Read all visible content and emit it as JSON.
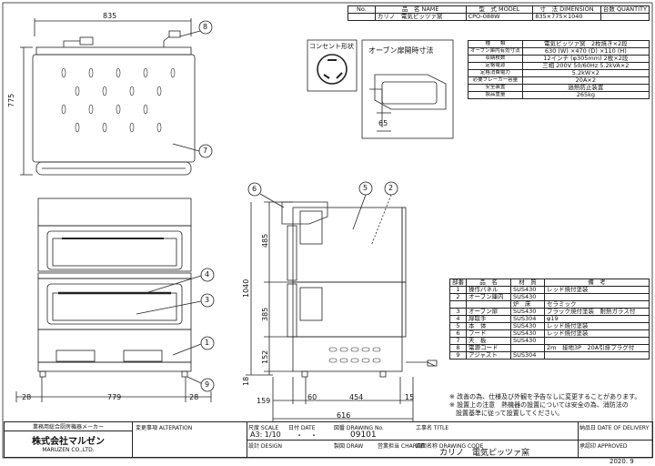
{
  "title_block": {
    "h_no": "No.",
    "h_name": "品　名 NAME",
    "h_model": "型　式 MODEL",
    "h_dim": "寸　法 DIMENSION",
    "h_qty": "台数 QUANTITY",
    "name": "カリノ　電気ピッツァ窯",
    "model": "CPO-088W",
    "dimension": "835×775×1040"
  },
  "labels": {
    "concent": "コンセント形状",
    "oven_door": "オーブン扉開時寸法",
    "dim_65": "65"
  },
  "callouts": [
    "8",
    "7",
    "6",
    "5",
    "2",
    "4",
    "3",
    "1",
    "9"
  ],
  "dims": {
    "top_width": "835",
    "left_depth": "775",
    "front_28a": "28",
    "front_779": "779",
    "front_28b": "28",
    "side_485": "485",
    "side_1040": "1040",
    "side_385": "385",
    "side_152": "152",
    "side_18": "18",
    "b_159": "159",
    "b_60": "60",
    "b_454": "454",
    "b_15": "15",
    "b_616": "616"
  },
  "spec": [
    {
      "k": "種　　類",
      "v": "電気ピッツァ窯　2枚焼き×2段"
    },
    {
      "k": "オーブン庫内有効寸法",
      "v": "630 (W) ×470 (D) ×110 (H)"
    },
    {
      "k": "収納枚数",
      "v": "12インチ (φ305mm) 2枚×2段"
    },
    {
      "k": "定格電源",
      "v": "三相 200V 50/60Hz 5.2kVA×2"
    },
    {
      "k": "定格消費電力",
      "v": "5.2kW×2"
    },
    {
      "k": "必要ブレーカー容量",
      "v": "20A×2"
    },
    {
      "k": "安全装置",
      "v": "過熱防止装置"
    },
    {
      "k": "製品重量",
      "v": "265kg"
    }
  ],
  "parts_header": {
    "no": "部番",
    "name": "品　名",
    "mat": "材　質",
    "note": "備　考"
  },
  "parts": [
    {
      "no": "1",
      "name": "操作パネル",
      "mat": "SUS430",
      "note": "レッド焼付塗装"
    },
    {
      "no": "2",
      "name": "オーブン庫内",
      "mat": "SUS430",
      "note": ""
    },
    {
      "no": "",
      "name": "",
      "mat": "炉　床",
      "note": "セラミック"
    },
    {
      "no": "3",
      "name": "オーブン扉",
      "mat": "SUS430",
      "note": "ブラック焼付塗装　耐熱ガラス付"
    },
    {
      "no": "4",
      "name": "扉取手",
      "mat": "SUS304",
      "note": "φ19"
    },
    {
      "no": "5",
      "name": "本　体",
      "mat": "SUS430",
      "note": "レッド焼付塗装"
    },
    {
      "no": "6",
      "name": "フード",
      "mat": "SUS430",
      "note": "レッド焼付塗装"
    },
    {
      "no": "7",
      "name": "天　板",
      "mat": "SUS430",
      "note": ""
    },
    {
      "no": "8",
      "name": "電源コード",
      "mat": "",
      "note": "2m　接地3P　20A引掛プラグ付"
    },
    {
      "no": "9",
      "name": "アジャスト",
      "mat": "SUS304",
      "note": ""
    }
  ],
  "notes": [
    "※ 改善の為、仕様及び外観を予告なしに変更することがあります。",
    "※ 設置上の注意　熱機器の設置については安全の為、消防法の",
    "　設置基準に従って設置してください。"
  ],
  "footer": {
    "maker_caption": "業務用総合厨房機器メーカー",
    "company": "株式会社マルゼン",
    "company_en": "MARUZEN CO.,LTD.",
    "alteration": "変更事項 ALTERATION",
    "scale_h": "尺度 SCALE",
    "scale": "A3: 1/10",
    "date_h": "日付 DATE",
    "date": "・　・",
    "drawing_h": "図番 DRAWING No.",
    "drawing_no": "09101",
    "title_h": "工事名 TITLE",
    "title": "カリノ　電気ピッツァ窯",
    "design_h": "設計 DESIGN",
    "draw_h": "製図 DRAW",
    "charge_h": "営業担当 CHARGE",
    "code_h": "図面名称 DRAWING CODE",
    "delivery_h": "納品日 DATE OF DELIVERY",
    "approved_h": "承認印 APPROVED",
    "year": "2020. 9"
  }
}
